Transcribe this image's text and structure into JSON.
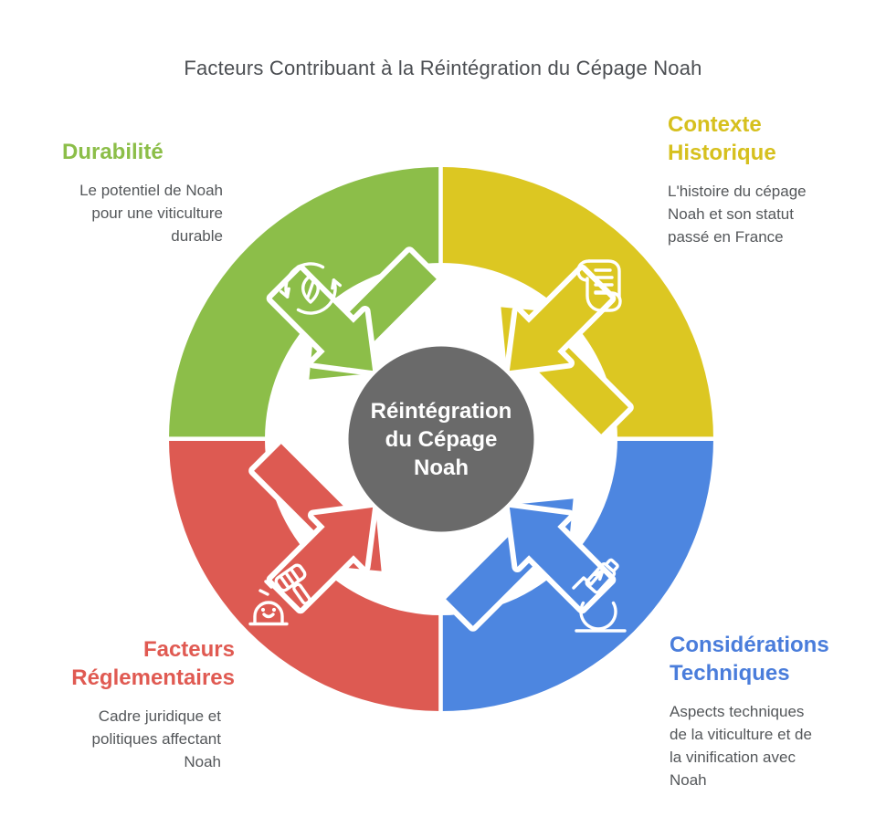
{
  "title": "Facteurs Contribuant à la Réintégration du Cépage Noah",
  "center": {
    "label": "Réintégration\ndu Cépage\nNoah",
    "color": "#6a6a6a"
  },
  "sections": [
    {
      "id": "durabilite",
      "position": "top-left",
      "label": "Durabilité",
      "description": "Le potentiel de Noah\npour une viticulture\ndurable",
      "color": "#8cbe49",
      "icon": "recycle-leaf-icon"
    },
    {
      "id": "contexte-historique",
      "position": "top-right",
      "label": "Contexte\nHistorique",
      "description": "L'histoire du cépage\nNoah et son statut\npassé en France",
      "color": "#dcc722",
      "icon": "scroll-icon"
    },
    {
      "id": "considerations-techniques",
      "position": "bottom-right",
      "label": "Considérations\nTechniques",
      "description": "Aspects techniques\nde la viticulture et de\nla vinification avec\nNoah",
      "color": "#4d86e0",
      "icon": "microscope-icon"
    },
    {
      "id": "facteurs-reglementaires",
      "position": "bottom-left",
      "label": "Facteurs\nRéglementaires",
      "description": "Cadre juridique et\npolitiques affectant\nNoah",
      "color": "#dd5a52",
      "icon": "gavel-icon"
    }
  ],
  "colors": {
    "title_text": "#4b4e52",
    "body_text": "#54575a",
    "center_circle": "#6a6a6a",
    "background": "#ffffff"
  }
}
